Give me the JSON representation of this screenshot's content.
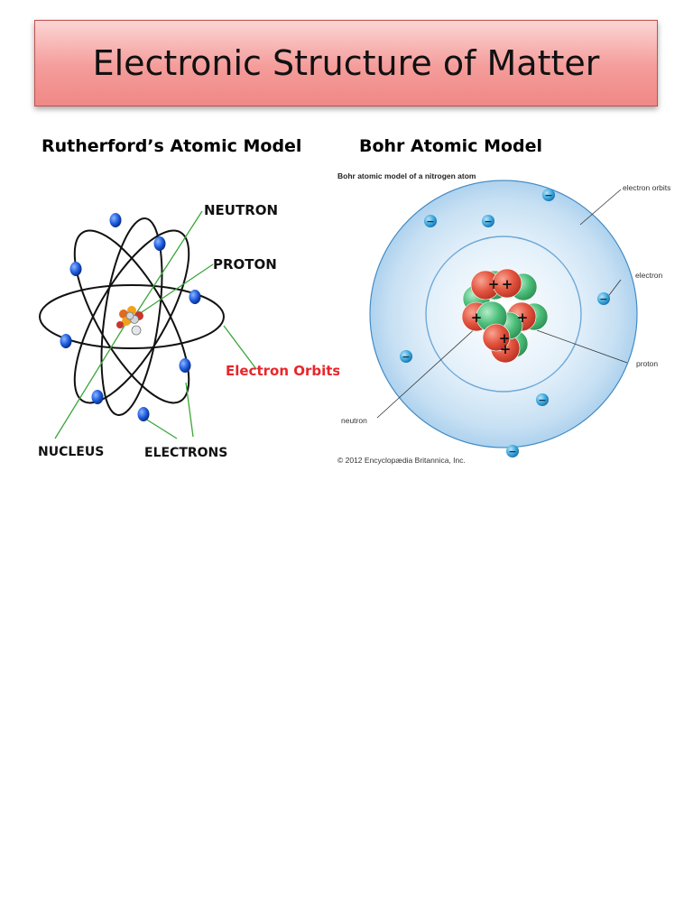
{
  "slide": {
    "title": "Electronic Structure of Matter"
  },
  "left_panel": {
    "heading": "Rutherford’s Atomic Model",
    "labels": {
      "neutron": "NEUTRON",
      "proton": "PROTON",
      "electron_orbits": "Electron Orbits",
      "nucleus": "NUCLEUS",
      "electrons": "ELECTRONS"
    },
    "colors": {
      "electron": "#1f5fe0",
      "electron_orbits_label": "#e8262b",
      "leader_line": "#3aa63a"
    }
  },
  "right_panel": {
    "heading": "Bohr Atomic Model",
    "diagram_title": "Bohr atomic model of a nitrogen atom",
    "labels": {
      "electron_orbits": "electron orbits",
      "electron": "electron",
      "proton": "proton",
      "neutron": "neutron"
    },
    "copyright": "© 2012 Encyclopædia Britannica, Inc.",
    "electron_sign": "−",
    "proton_sign": "+",
    "colors": {
      "proton": "#e4543f",
      "neutron": "#4cbf7a",
      "electron": "#3aa7de",
      "orbit_field": "#cfe6f6"
    }
  }
}
